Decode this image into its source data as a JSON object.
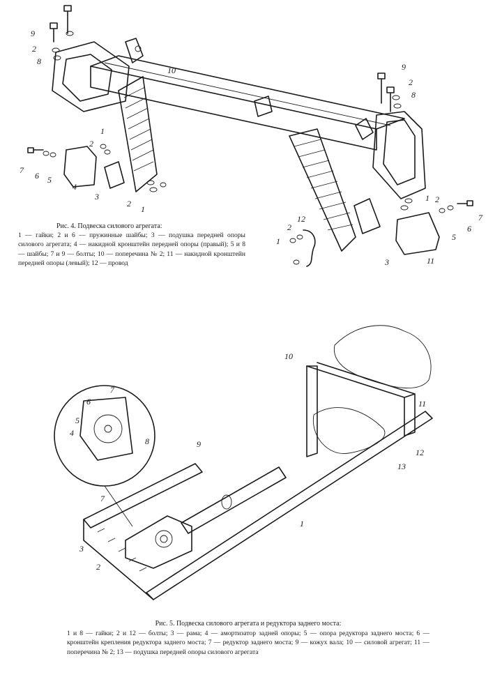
{
  "figure4": {
    "title": "Рис. 4. Подвеска силового агрегата:",
    "legend": "1 — гайки; 2 и 6 — пружинные шайбы; 3 — подушка передней опоры силового агрегата; 4 — накидной кронштейн передней опоры (правый); 5 и 8 — шайбы; 7 и 9 — болты; 10 — поперечина № 2; 11 — накидной кронштейн передней опоры (левый); 12 — провод",
    "labels": {
      "l9a": "9",
      "l2a": "2",
      "l8a": "8",
      "l10": "10",
      "l9b": "9",
      "l2b": "2",
      "l8b": "8",
      "l1a": "1",
      "l2c": "2",
      "l7a": "7",
      "l6a": "6",
      "l5a": "5",
      "l4": "4",
      "l3a": "3",
      "l2d": "2",
      "l1b": "1",
      "l1c": "1",
      "l2e": "2",
      "l7b": "7",
      "l6b": "6",
      "l5b": "5",
      "l11": "11",
      "l12": "12",
      "l2f": "2",
      "l1d": "1",
      "l3b": "3"
    }
  },
  "figure5": {
    "title": "Рис. 5. Подвеска силового агрегата и редуктора заднего моста:",
    "legend": "1 и 8 — гайки; 2 и 12 — болты; 3 — рама; 4 — амортизатор задней опоры; 5 — опора редуктора заднего моста; 6 — кронштейн крепления редуктора заднего моста; 7 — редуктор заднего моста; 9 — кожух вала; 10 — силовой агрегат; 11 — поперечина № 2; 13 — подушка передней опоры силового агрегата",
    "labels": {
      "l10": "10",
      "l11": "11",
      "l12": "12",
      "l13": "13",
      "l9": "9",
      "l1": "1",
      "l7i": "7",
      "l6i": "6",
      "l5i": "5",
      "l4i": "4",
      "l8i": "8",
      "l7": "7",
      "l3": "3",
      "l2": "2"
    }
  }
}
